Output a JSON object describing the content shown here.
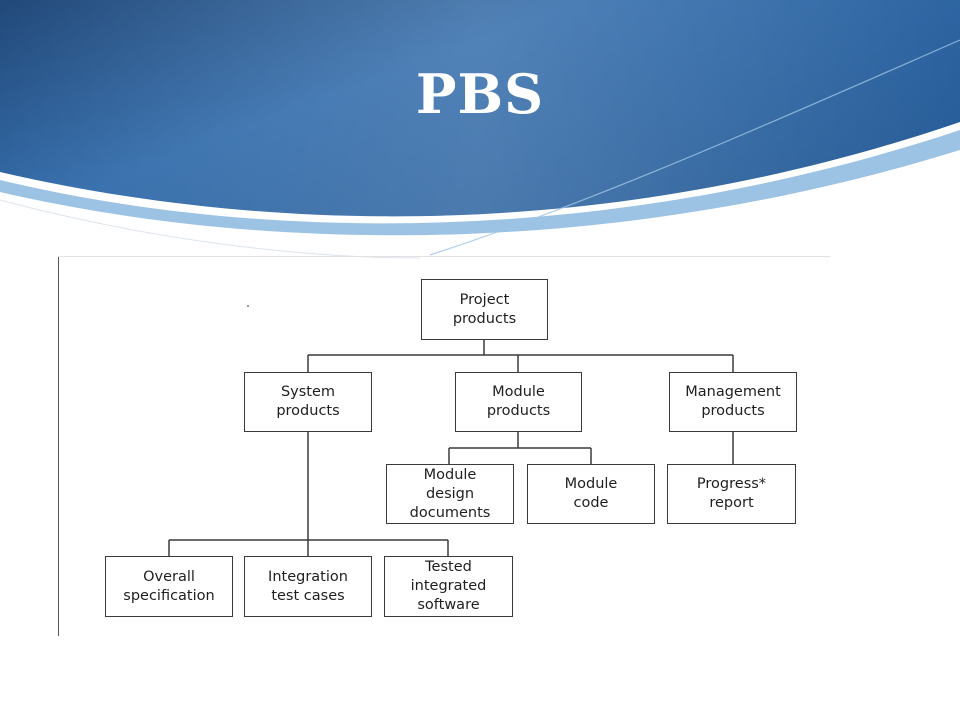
{
  "slide": {
    "title": "PBS",
    "colors": {
      "banner_dark": "#1b4f8a",
      "banner_mid": "#2a6bb0",
      "banner_light": "#7fb0d8"
    }
  },
  "diagram": {
    "nodes": {
      "project_products": "Project\nproducts",
      "system_products": "System\nproducts",
      "module_products": "Module\nproducts",
      "management_products": "Management\nproducts",
      "module_design_documents": "Module\ndesign\ndocuments",
      "module_code": "Module\ncode",
      "progress_report": "Progress*\nreport",
      "overall_specification": "Overall\nspecification",
      "integration_test_cases": "Integration\ntest cases",
      "tested_integrated_software": "Tested\nintegrated\nsoftware"
    }
  }
}
